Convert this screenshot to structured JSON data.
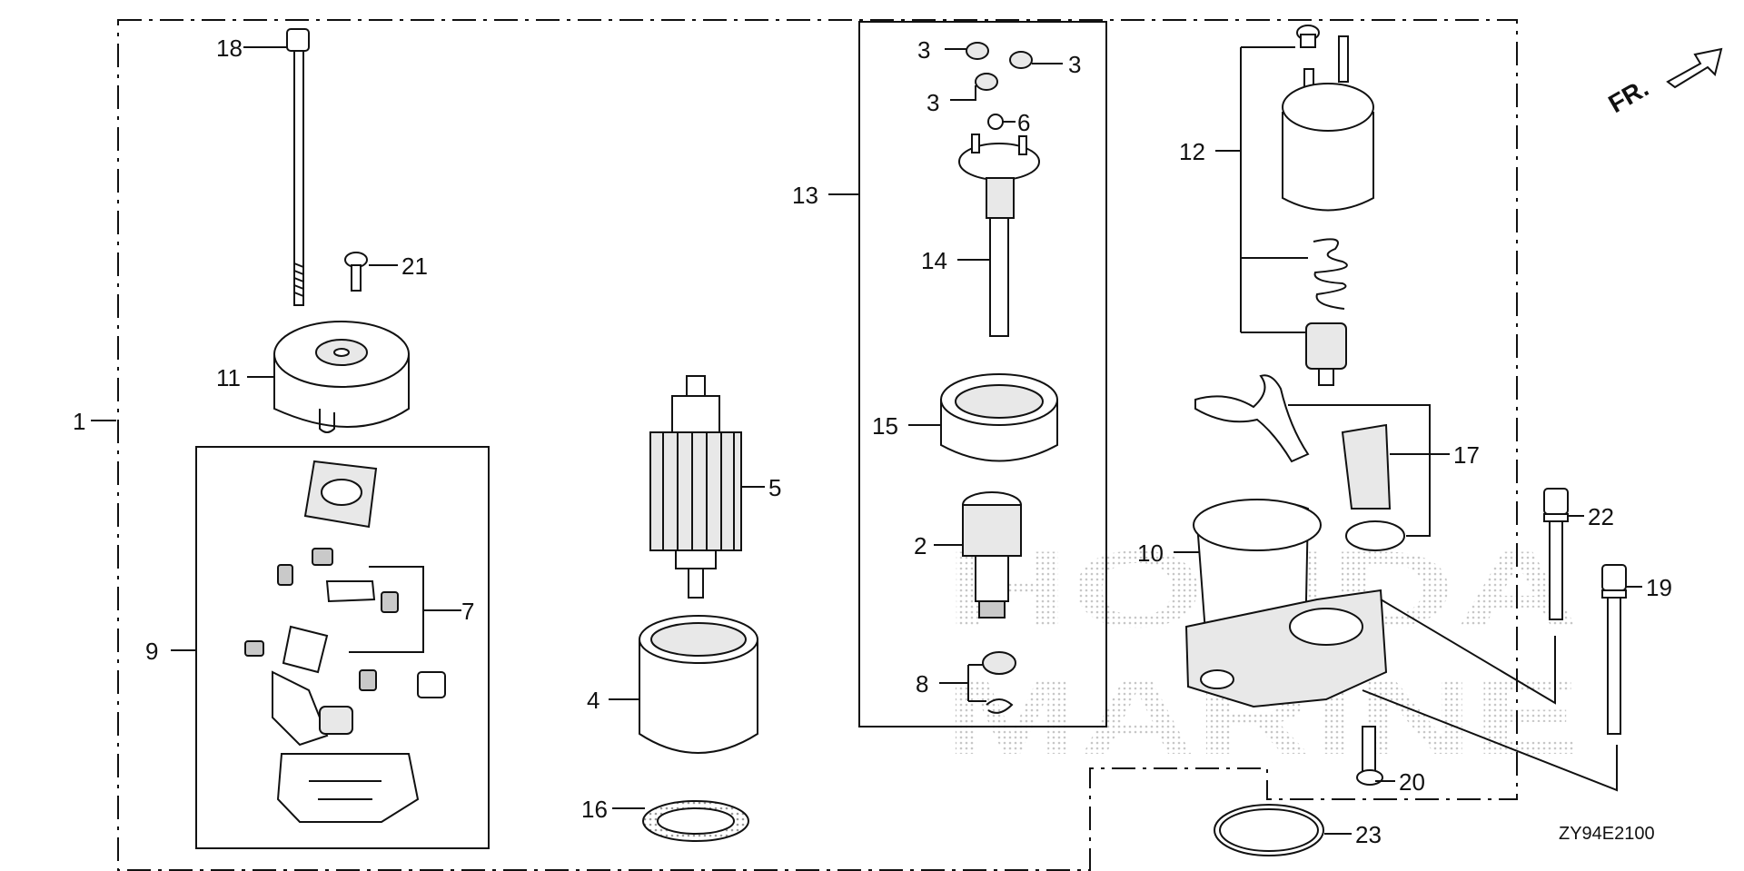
{
  "diagram_code": "ZY94E2100",
  "front_indicator": "FR.",
  "watermark": [
    "HONDA",
    "MARINE"
  ],
  "callouts": {
    "c1": "1",
    "c2": "2",
    "c3a": "3",
    "c3b": "3",
    "c3c": "3",
    "c4": "4",
    "c5": "5",
    "c6": "6",
    "c7": "7",
    "c8": "8",
    "c9": "9",
    "c10": "10",
    "c11": "11",
    "c12": "12",
    "c13": "13",
    "c14": "14",
    "c15": "15",
    "c16": "16",
    "c17": "17",
    "c18": "18",
    "c19": "19",
    "c20": "20",
    "c21": "21",
    "c22": "22",
    "c23": "23"
  }
}
